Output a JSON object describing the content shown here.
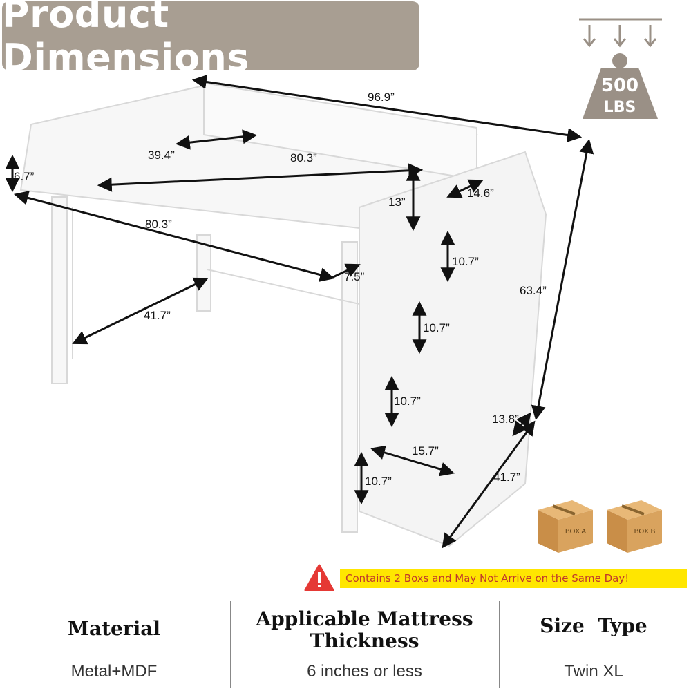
{
  "title": "Product Dimensions",
  "weight_badge": {
    "value": "500",
    "unit": "LBS",
    "icon": "weight-capacity-icon"
  },
  "dimensions": {
    "top_length": "96.9”",
    "inner_width": "39.4”",
    "inner_length": "80.3”",
    "guardrail_height": "6.7”",
    "step_depth_top": "14.6”",
    "rail_gap": "13”",
    "side_length": "80.3”",
    "rail_offset": "7.5”",
    "under_height": "41.7”",
    "step_1": "10.7”",
    "step_2": "10.7”",
    "step_3": "10.7”",
    "step_4": "10.7”",
    "total_height": "63.4”",
    "stair_depth": "13.8”",
    "stair_width": "15.7”",
    "stair_base": "41.7”"
  },
  "boxes": {
    "box_a": "BOX A",
    "box_b": "BOX B"
  },
  "notice": "Contains 2 Boxs and May Not Arrive on the Same Day!",
  "specs": {
    "material": {
      "heading": "Material",
      "value": "Metal+MDF"
    },
    "mattress": {
      "heading_line1": "Applicable Mattress",
      "heading_line2": "Thickness",
      "value": "6 inches or less"
    },
    "size": {
      "heading": "Size  Type",
      "value": "Twin XL"
    }
  },
  "colors": {
    "banner": "#a89e92",
    "notice_bg": "#ffe600",
    "notice_text": "#c0392b",
    "box": "#d9a35e"
  }
}
